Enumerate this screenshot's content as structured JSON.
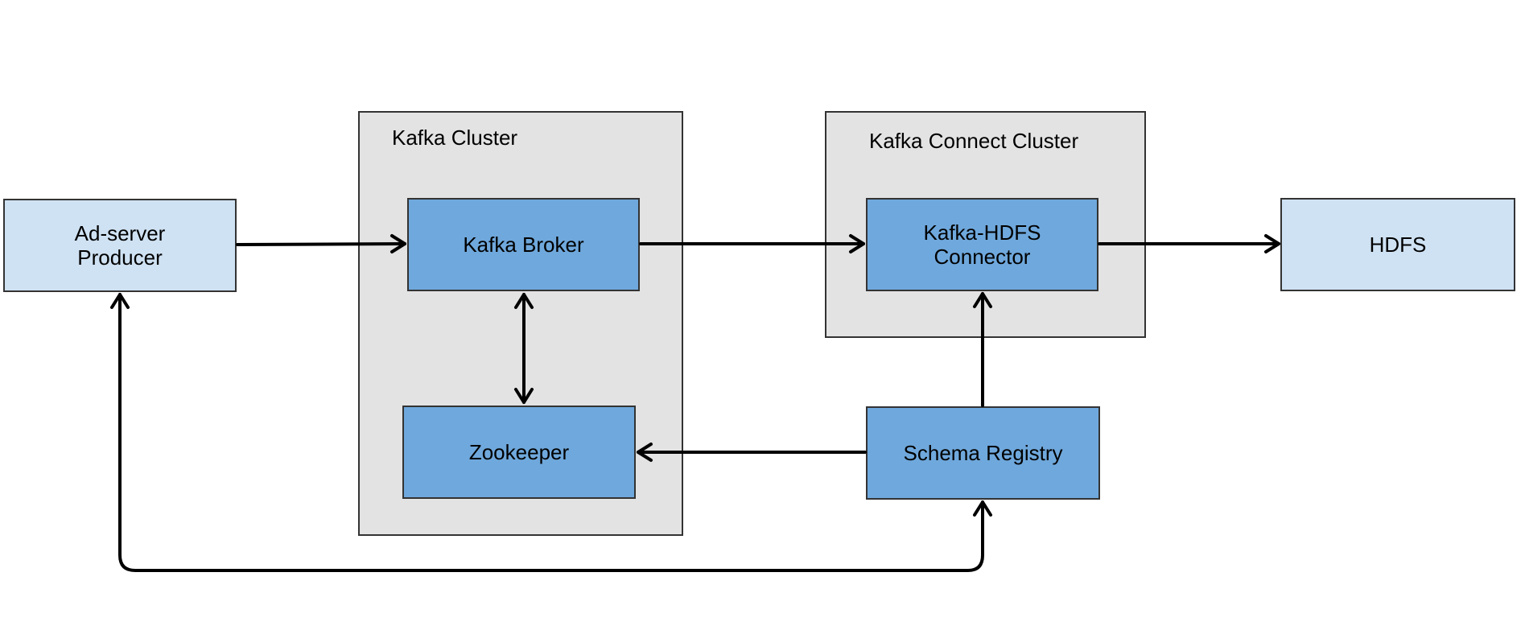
{
  "clusters": {
    "kafka_cluster": {
      "title": "Kafka Cluster"
    },
    "kafka_connect_cluster": {
      "title": "Kafka Connect Cluster"
    }
  },
  "nodes": {
    "ad_server_producer": {
      "label": "Ad-server\nProducer",
      "fill": "#cfe2f3"
    },
    "kafka_broker": {
      "label": "Kafka Broker",
      "fill": "#6fa8dc"
    },
    "zookeeper": {
      "label": "Zookeeper",
      "fill": "#6fa8dc"
    },
    "kafka_hdfs_connector": {
      "label": "Kafka-HDFS\nConnector",
      "fill": "#6fa8dc"
    },
    "schema_registry": {
      "label": "Schema Registry",
      "fill": "#6fa8dc"
    },
    "hdfs": {
      "label": "HDFS",
      "fill": "#cfe2f3"
    }
  },
  "edges": [
    {
      "from": "ad_server_producer",
      "to": "kafka_broker"
    },
    {
      "from": "kafka_broker",
      "to": "kafka_hdfs_connector"
    },
    {
      "from": "kafka_hdfs_connector",
      "to": "hdfs"
    },
    {
      "from": "kafka_broker",
      "to": "zookeeper",
      "bidirectional": true
    },
    {
      "from": "schema_registry",
      "to": "zookeeper"
    },
    {
      "from": "schema_registry",
      "to": "kafka_hdfs_connector"
    },
    {
      "from": "ad_server_producer",
      "to": "schema_registry",
      "bidirectional": true
    }
  ],
  "colors": {
    "cluster_fill": "#e3e3e3",
    "outline": "#333333",
    "arrow": "#000000"
  }
}
